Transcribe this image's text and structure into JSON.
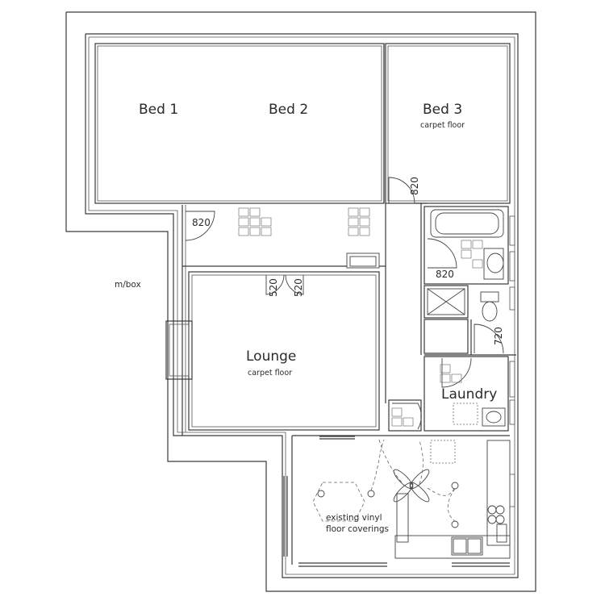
{
  "rooms": {
    "bed1": {
      "label": "Bed 1"
    },
    "bed2": {
      "label": "Bed 2"
    },
    "bed3": {
      "label": "Bed 3",
      "floor": "carpet floor"
    },
    "lounge": {
      "label": "Lounge",
      "floor": "carpet floor"
    },
    "laundry": {
      "label": "Laundry"
    },
    "kitchen": {
      "note_line1": "existing vinyl",
      "note_line2": "floor coverings"
    }
  },
  "labels": {
    "meter_box": "m/box"
  },
  "doors": {
    "bed3_door": "820",
    "hall_door": "820",
    "lounge_door_left": "520",
    "lounge_door_right": "520",
    "bathroom_door": "820",
    "laundry_door": "720"
  }
}
